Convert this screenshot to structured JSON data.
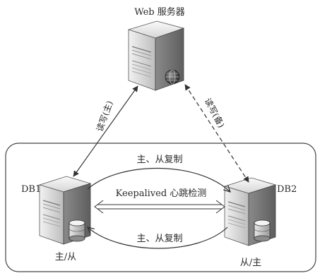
{
  "diagram": {
    "web_server_label": "Web 服务器",
    "link_primary_label": "读写(主)",
    "link_backup_label": "读写(备)",
    "db1_label": "DB1",
    "db2_label": "DB2",
    "db1_role": "主/从",
    "db2_role": "从/主",
    "replication_top_label": "主、从复制",
    "replication_bottom_label": "主、从复制",
    "heartbeat_label": "Keepalived 心跳检测"
  }
}
